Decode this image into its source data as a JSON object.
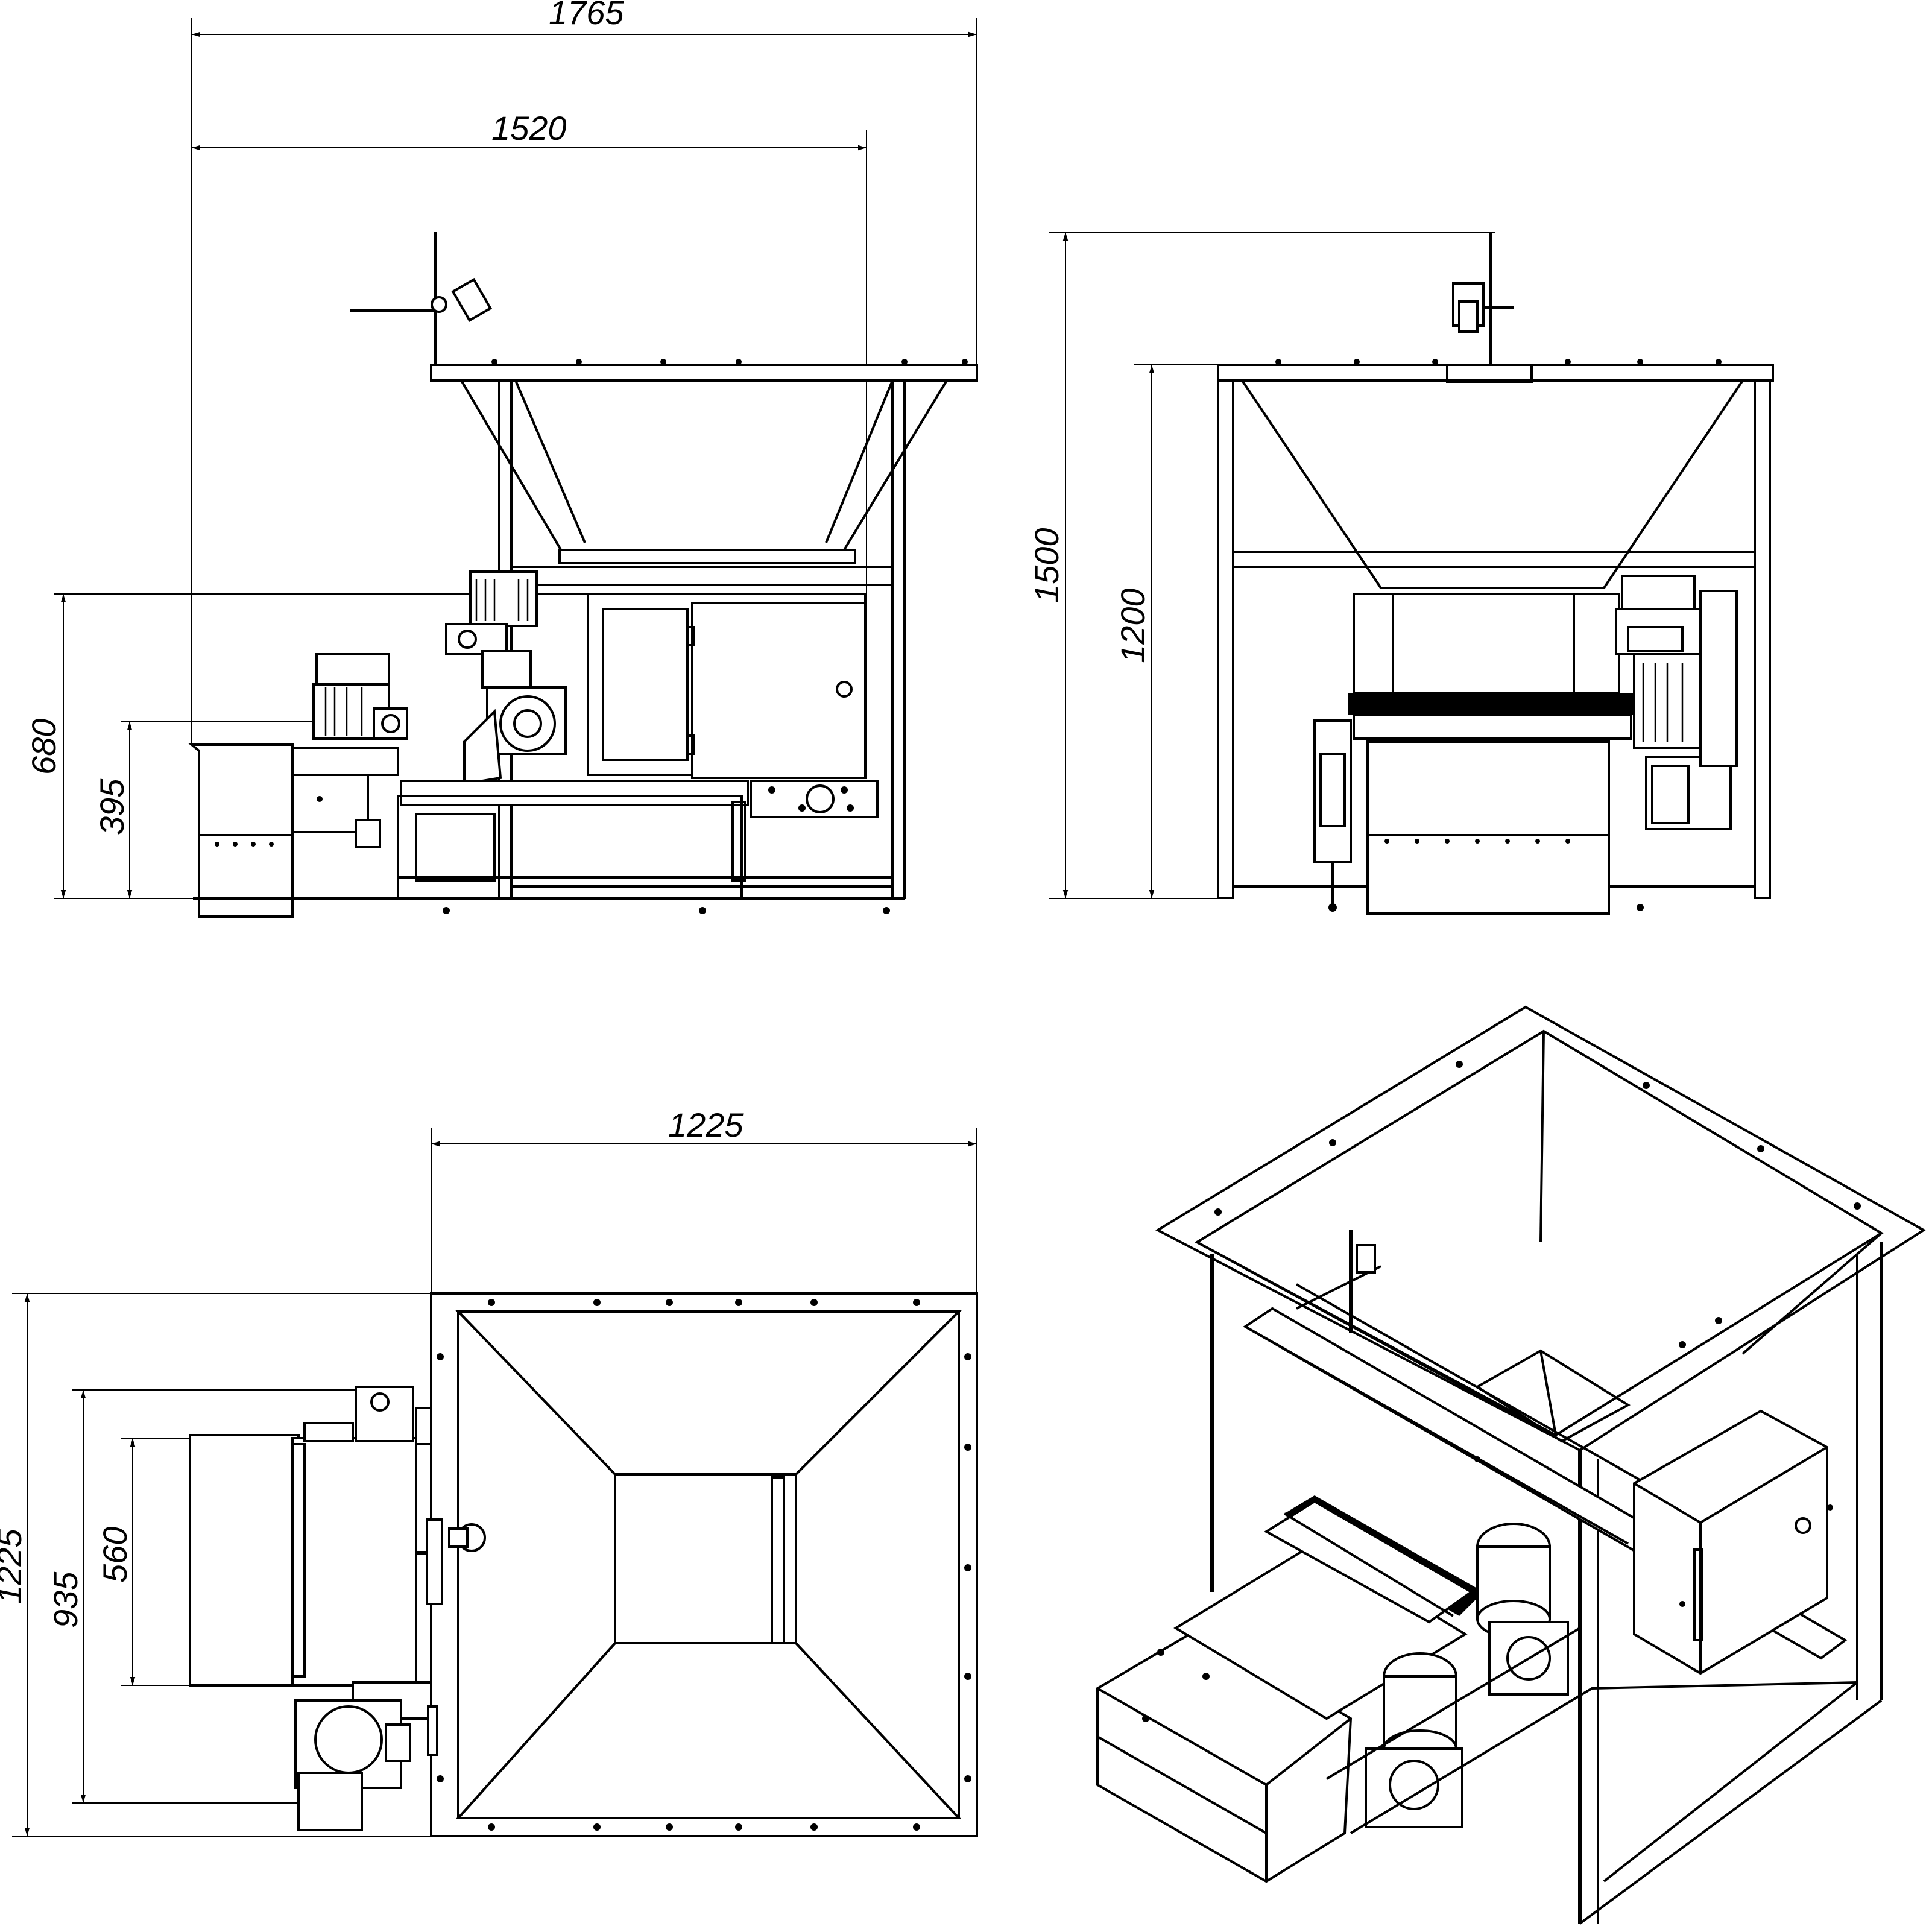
{
  "dimensions": {
    "front_overall_width": "1765",
    "front_frame_width": "1520",
    "front_height_680": "680",
    "front_height_395": "395",
    "side_height_1500": "1500",
    "side_height_1200": "1200",
    "top_width": "1225",
    "top_depth": "1225",
    "top_935": "935",
    "top_560": "560"
  }
}
